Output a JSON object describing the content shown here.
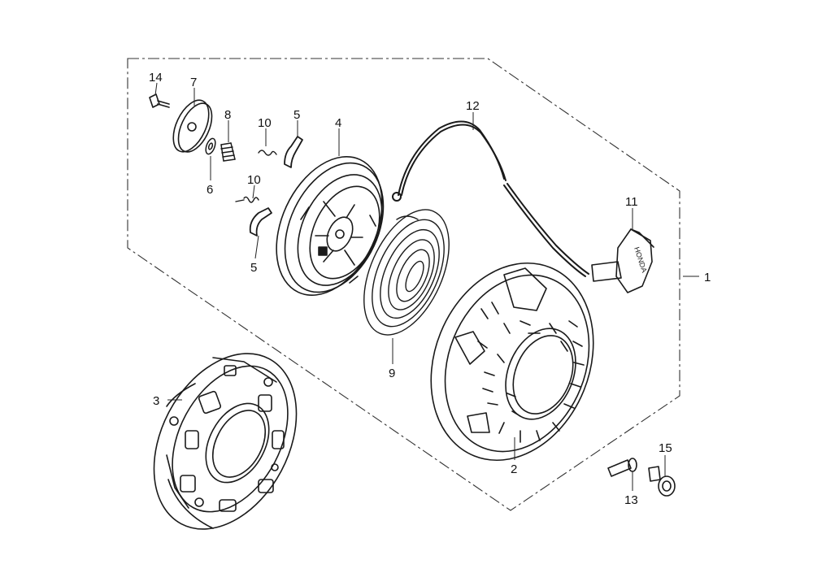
{
  "callouts": {
    "p1": "1",
    "p2": "2",
    "p3": "3",
    "p4": "4",
    "p5a": "5",
    "p5b": "5",
    "p6": "6",
    "p7": "7",
    "p8": "8",
    "p9": "9",
    "p10a": "10",
    "p10b": "10",
    "p11": "11",
    "p12": "12",
    "p13": "13",
    "p14": "14",
    "p15": "15"
  },
  "handle_text": "HONDA",
  "colors": {
    "ink": "#1a1a1a",
    "background": "#ffffff"
  }
}
